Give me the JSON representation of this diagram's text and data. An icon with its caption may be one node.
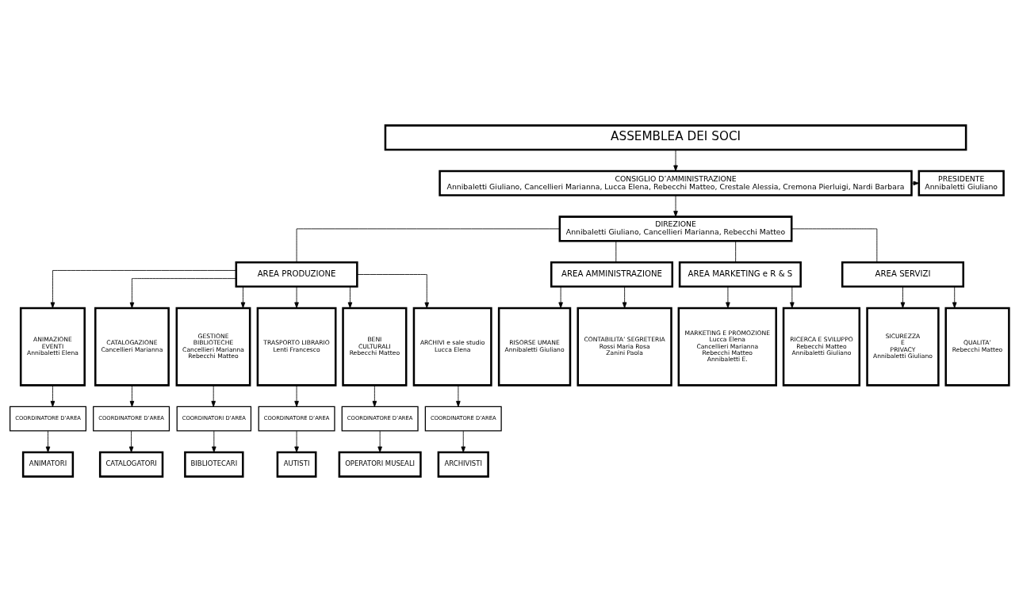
{
  "diagram": {
    "nodes": [
      {
        "text": [
          "ASSEMBLEA DEI SOCI"
        ]
      },
      {
        "text": [
          "CONSIGLIO D’AMMINISTRAZIONE",
          "Annibaletti Giuliano, Cancellieri Marianna, Lucca Elena, Rebecchi Matteo, Crestale Alessia, Cremona Pierluigi, Nardi Barbara"
        ]
      },
      {
        "text": [
          "PRESIDENTE",
          "Annibaletti Giuliano"
        ]
      },
      {
        "text": [
          "DIREZIONE",
          "Annibaletti Giuliano, Cancellieri Marianna, Rebecchi Matteo"
        ]
      },
      {
        "text": [
          "AREA PRODUZIONE"
        ]
      },
      {
        "text": [
          "AREA AMMINISTRAZIONE"
        ]
      },
      {
        "text": [
          "AREA MARKETING e R & S"
        ]
      },
      {
        "text": [
          "AREA SERVIZI"
        ]
      },
      {
        "text": [
          "ANIMAZIONE",
          "EVENTI",
          "Annibaletti Elena"
        ]
      },
      {
        "text": [
          "CATALOGAZIONE",
          "Cancellieri Marianna"
        ]
      },
      {
        "text": [
          "GESTIONE",
          "BIBLIOTECHE",
          "Cancellieri Marianna",
          "Rebecchi Matteo"
        ]
      },
      {
        "text": [
          "TRASPORTO LIBRARIO",
          "Lenti Francesco"
        ]
      },
      {
        "text": [
          "BENI",
          "CULTURALI",
          "Rebecchi Matteo"
        ]
      },
      {
        "text": [
          "ARCHIVI e sale studio",
          "Lucca Elena"
        ]
      },
      {
        "text": [
          "RISORSE UMANE",
          "Annibaletti Giuliano"
        ]
      },
      {
        "text": [
          "CONTABILITA’ SEGRETERIA",
          "Rossi Maria Rosa",
          "Zanini Paola"
        ]
      },
      {
        "text": [
          "MARKETING E PROMOZIONE",
          "Lucca Elena",
          "Cancellieri Marianna",
          "Rebecchi Matteo",
          "Annibaletti E."
        ]
      },
      {
        "text": [
          "RICERCA E SVILUPPO",
          "Rebecchi Matteo",
          "Annibaletti Giuliano"
        ]
      },
      {
        "text": [
          "SICUREZZA",
          "E",
          "PRIVACY",
          "Annibaletti Giuliano"
        ]
      },
      {
        "text": [
          "QUALITA’",
          "Rebecchi Matteo"
        ]
      },
      {
        "text": [
          "COORDINATORE D’AREA"
        ]
      },
      {
        "text": [
          "COORDINATORE D’AREA"
        ]
      },
      {
        "text": [
          "COORDINATORI D’AREA"
        ]
      },
      {
        "text": [
          "COORDINATORE D’AREA"
        ]
      },
      {
        "text": [
          "COORDINATORE D’AREA"
        ]
      },
      {
        "text": [
          "COORDINATORE D’AREA"
        ]
      },
      {
        "text": [
          "ANIMATORI"
        ]
      },
      {
        "text": [
          "CATALOGATORI"
        ]
      },
      {
        "text": [
          "BIBLIOTECARI"
        ]
      },
      {
        "text": [
          "AUTISTI"
        ]
      },
      {
        "text": [
          "OPERATORI MUSEALI"
        ]
      },
      {
        "text": [
          "ARCHIVISTI"
        ]
      }
    ],
    "edges": [
      {
        "from": 0,
        "to": 1,
        "arrow": "to"
      },
      {
        "from": 1,
        "to": 2,
        "arrow": "to"
      },
      {
        "from": 1,
        "to": 3,
        "arrow": "to"
      },
      {
        "from": 3,
        "to": 4,
        "arrow": "none"
      },
      {
        "from": 3,
        "to": 5,
        "arrow": "none"
      },
      {
        "from": 3,
        "to": 6,
        "arrow": "none"
      },
      {
        "from": 3,
        "to": 7,
        "arrow": "none"
      },
      {
        "from": 4,
        "to": 8,
        "arrow": "to"
      },
      {
        "from": 4,
        "to": 9,
        "arrow": "to"
      },
      {
        "from": 4,
        "to": 10,
        "arrow": "to"
      },
      {
        "from": 4,
        "to": 11,
        "arrow": "to"
      },
      {
        "from": 4,
        "to": 12,
        "arrow": "to"
      },
      {
        "from": 4,
        "to": 13,
        "arrow": "to"
      },
      {
        "from": 5,
        "to": 14,
        "arrow": "to"
      },
      {
        "from": 5,
        "to": 15,
        "arrow": "to"
      },
      {
        "from": 6,
        "to": 16,
        "arrow": "to"
      },
      {
        "from": 6,
        "to": 17,
        "arrow": "to"
      },
      {
        "from": 7,
        "to": 18,
        "arrow": "to"
      },
      {
        "from": 7,
        "to": 19,
        "arrow": "to"
      },
      {
        "from": 8,
        "to": 20,
        "arrow": "to"
      },
      {
        "from": 9,
        "to": 21,
        "arrow": "to"
      },
      {
        "from": 10,
        "to": 22,
        "arrow": "to"
      },
      {
        "from": 11,
        "to": 23,
        "arrow": "to"
      },
      {
        "from": 12,
        "to": 24,
        "arrow": "to"
      },
      {
        "from": 13,
        "to": 25,
        "arrow": "to"
      },
      {
        "from": 20,
        "to": 26,
        "arrow": "to"
      },
      {
        "from": 21,
        "to": 27,
        "arrow": "to"
      },
      {
        "from": 22,
        "to": 28,
        "arrow": "to"
      },
      {
        "from": 23,
        "to": 29,
        "arrow": "to"
      },
      {
        "from": 24,
        "to": 30,
        "arrow": "to"
      },
      {
        "from": 25,
        "to": 31,
        "arrow": "to"
      }
    ]
  }
}
